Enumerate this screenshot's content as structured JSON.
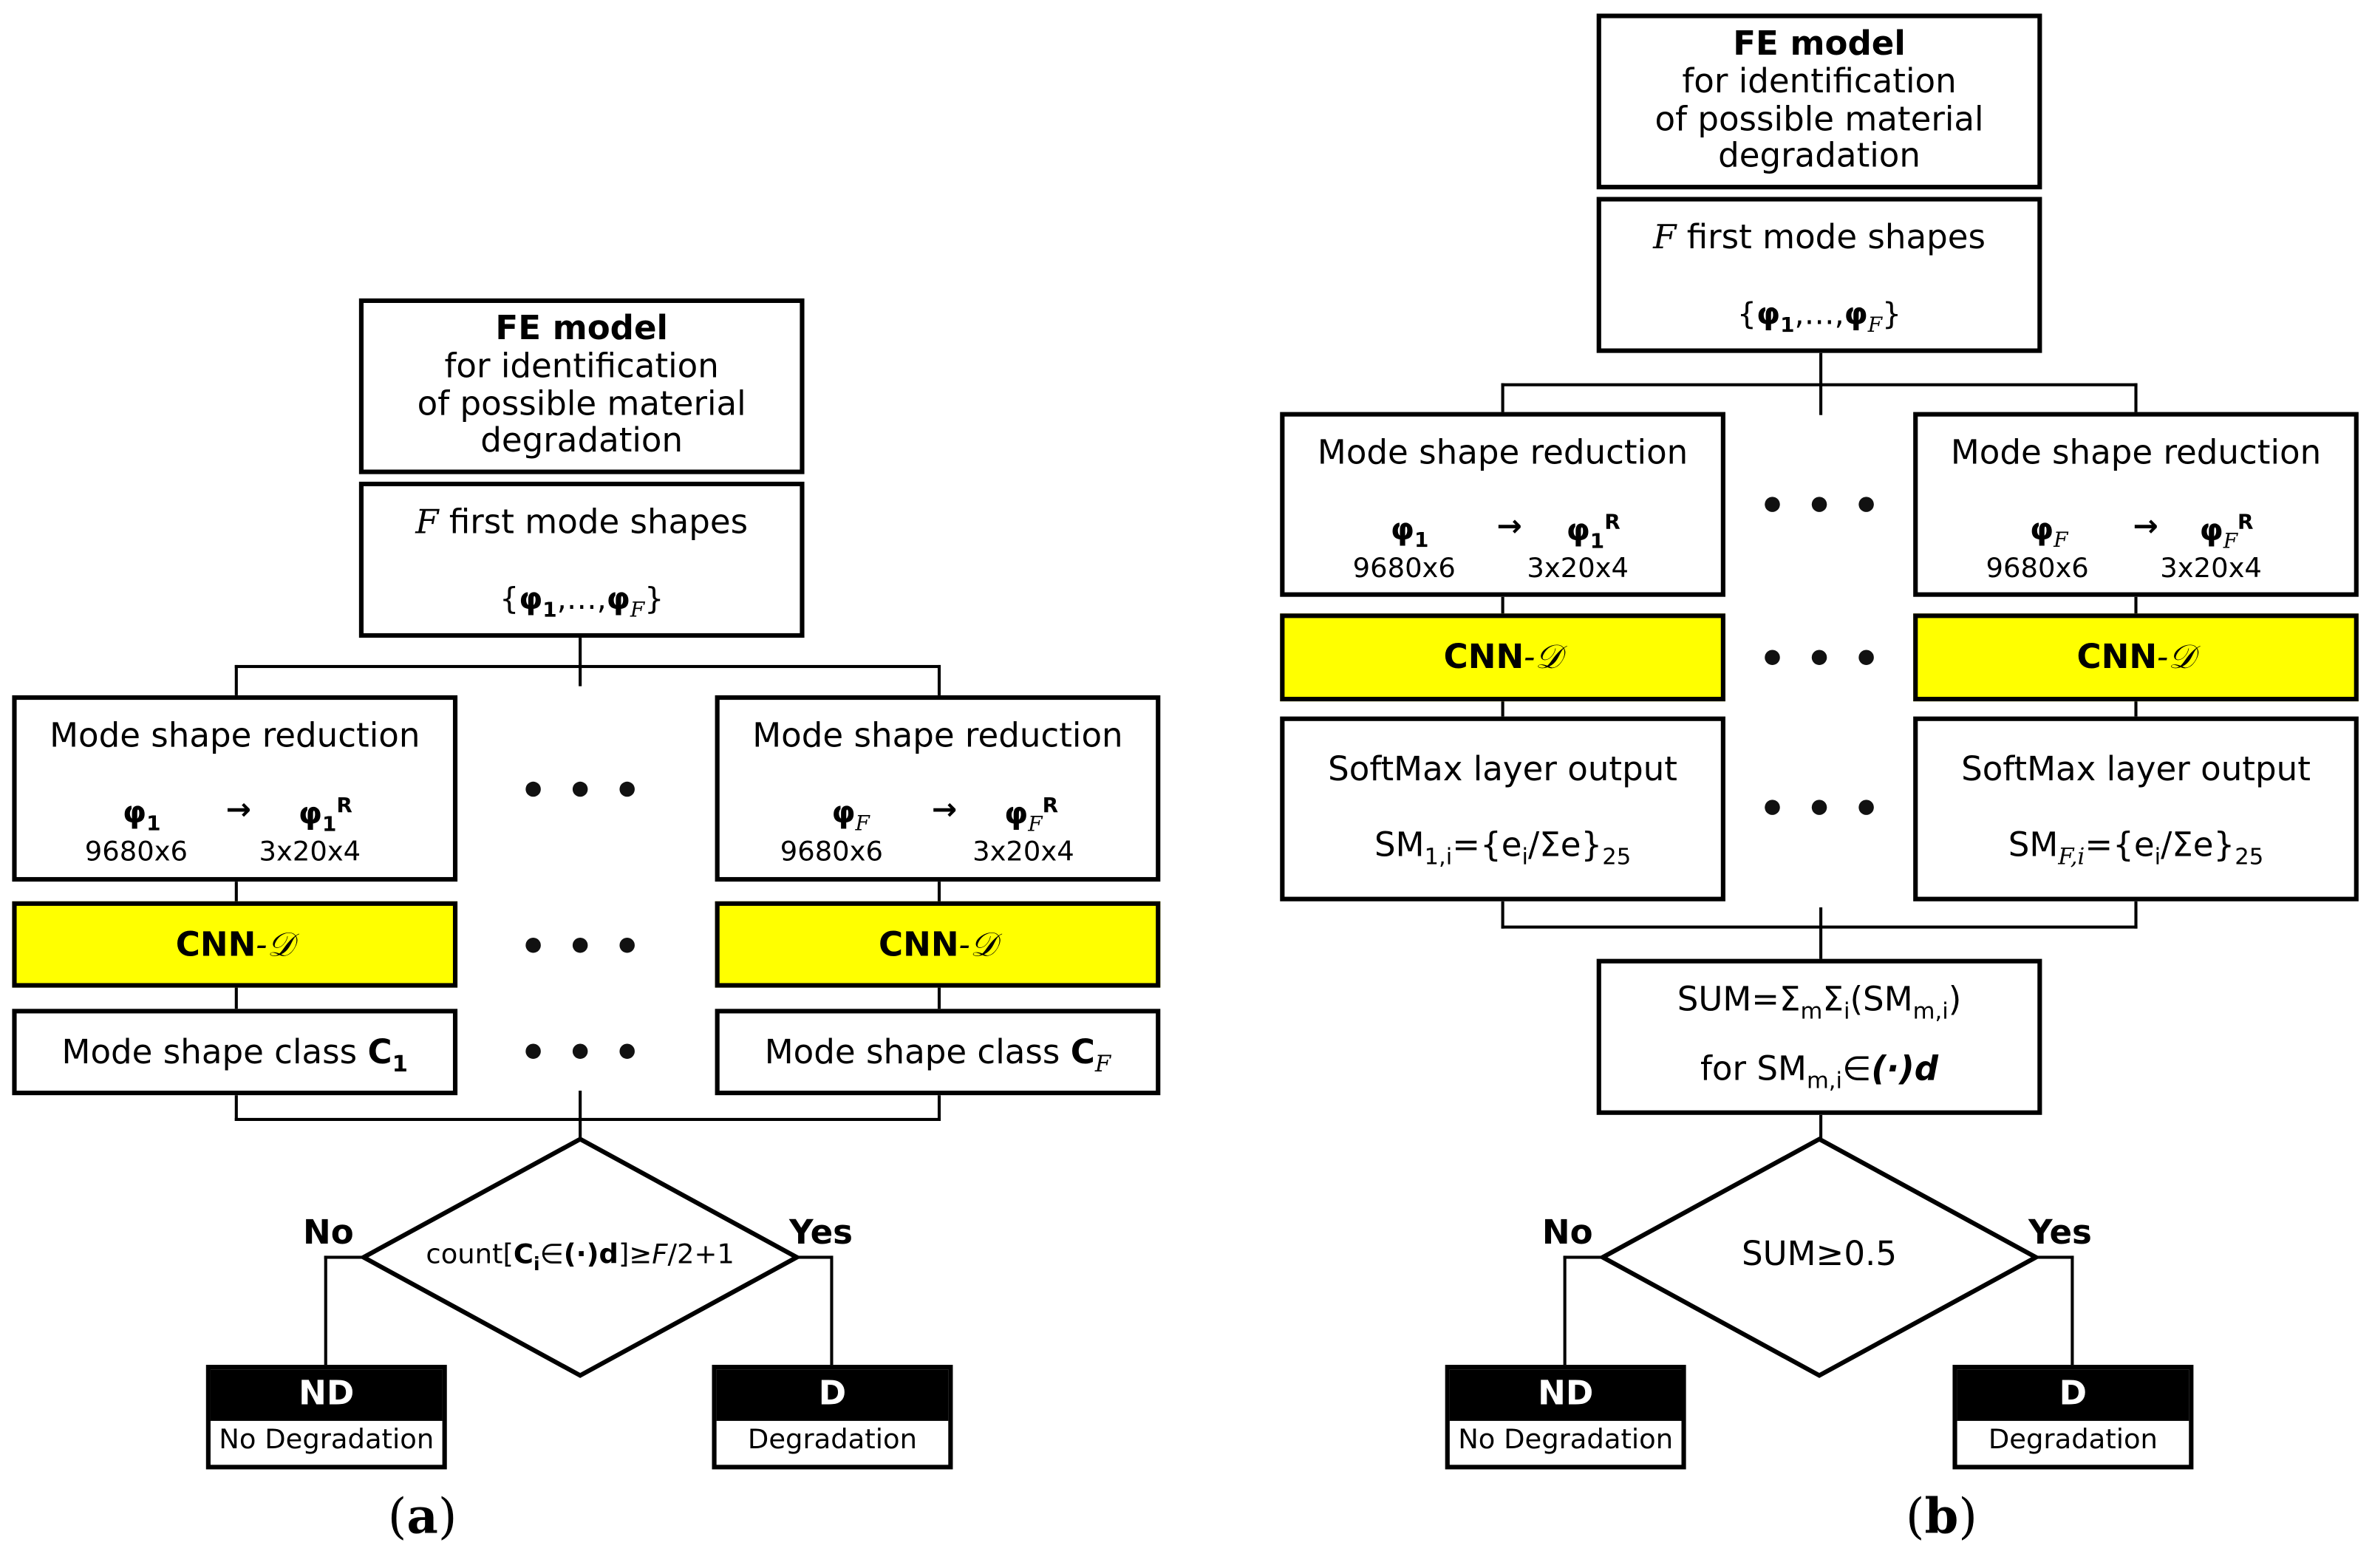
{
  "panel_a": {
    "fe_box": {
      "title": "FE model",
      "line1": "for identification",
      "line2": "of possible material",
      "line3": "degradation"
    },
    "modes_box": {
      "var": "F",
      "text": " first mode shapes",
      "set_open": "{",
      "phi1": "φ",
      "phi1_sub": "1",
      "mid": ",…,",
      "phiF": "φ",
      "phiF_sub": "F",
      "set_close": "}"
    },
    "reduction_left": {
      "title": "Mode shape reduction",
      "phi": "φ",
      "phi_sub": "1",
      "arrow": "→",
      "phi_r": "φ",
      "phi_r_sub": "1",
      "phi_r_sup": "R",
      "dim_in": "9680x6",
      "dim_out": "3x20x4"
    },
    "reduction_right": {
      "title": "Mode shape reduction",
      "phi": "φ",
      "phi_sub": "F",
      "arrow": "→",
      "phi_r": "φ",
      "phi_r_sub": "F",
      "phi_r_sup": "R",
      "dim_in": "9680x6",
      "dim_out": "3x20x4"
    },
    "cnn_left": {
      "bold": "CNN",
      "rest": "-𝒟"
    },
    "cnn_right": {
      "bold": "CNN",
      "rest": "-𝒟"
    },
    "class_left": {
      "text": "Mode shape class ",
      "sym": "C",
      "sub": "1"
    },
    "class_right": {
      "text": "Mode shape class ",
      "sym": "C",
      "sub": "F"
    },
    "decision": {
      "p1": "count[",
      "c": "C",
      "c_sub": "i",
      "p2": "∈",
      "p3": "(·)d",
      "p4": "]≥",
      "f": "F",
      "p5": "/2+1"
    },
    "no_label": "No",
    "yes_label": "Yes",
    "nd_box": {
      "code": "ND",
      "desc": "No Degradation"
    },
    "d_box": {
      "code": "D",
      "desc": "Degradation"
    },
    "caption": {
      "open": "(",
      "letter": "a",
      "close": ")"
    }
  },
  "panel_b": {
    "fe_box": {
      "title": "FE model",
      "line1": "for identification",
      "line2": "of possible material",
      "line3": "degradation"
    },
    "modes_box": {
      "var": "F",
      "text": " first mode shapes",
      "set_open": "{",
      "phi1": "φ",
      "phi1_sub": "1",
      "mid": ",…,",
      "phiF": "φ",
      "phiF_sub": "F",
      "set_close": "}"
    },
    "reduction_left": {
      "title": "Mode shape reduction",
      "phi": "φ",
      "phi_sub": "1",
      "arrow": "→",
      "phi_r": "φ",
      "phi_r_sub": "1",
      "phi_r_sup": "R",
      "dim_in": "9680x6",
      "dim_out": "3x20x4"
    },
    "reduction_right": {
      "title": "Mode shape reduction",
      "phi": "φ",
      "phi_sub": "F",
      "arrow": "→",
      "phi_r": "φ",
      "phi_r_sub": "F",
      "phi_r_sup": "R",
      "dim_in": "9680x6",
      "dim_out": "3x20x4"
    },
    "cnn_left": {
      "bold": "CNN",
      "rest": "-𝒟"
    },
    "cnn_right": {
      "bold": "CNN",
      "rest": "-𝒟"
    },
    "softmax_left": {
      "title": "SoftMax layer output",
      "sm": "SM",
      "sm_sub": "1,i",
      "eq": "={e",
      "e_sub": "i",
      "rest": "/Σe}",
      "tail_sub": "25"
    },
    "softmax_right": {
      "title": "SoftMax layer output",
      "sm": "SM",
      "sm_sub": "F,i",
      "eq": "={e",
      "e_sub": "i",
      "rest": "/Σe}",
      "tail_sub": "25"
    },
    "sum_box": {
      "l1a": "SUM=Σ",
      "l1_m": "m",
      "l1b": "Σ",
      "l1_i": "i",
      "l1c": "(SM",
      "l1_mi": "m,i",
      "l1d": ")",
      "l2a": "for SM",
      "l2_mi": "m,i",
      "l2b": "∈",
      "l2c": "(·)d"
    },
    "decision": {
      "text": "SUM≥0.5"
    },
    "no_label": "No",
    "yes_label": "Yes",
    "nd_box": {
      "code": "ND",
      "desc": "No Degradation"
    },
    "d_box": {
      "code": "D",
      "desc": "Degradation"
    },
    "caption": {
      "open": "(",
      "letter": "b",
      "close": ")"
    }
  }
}
